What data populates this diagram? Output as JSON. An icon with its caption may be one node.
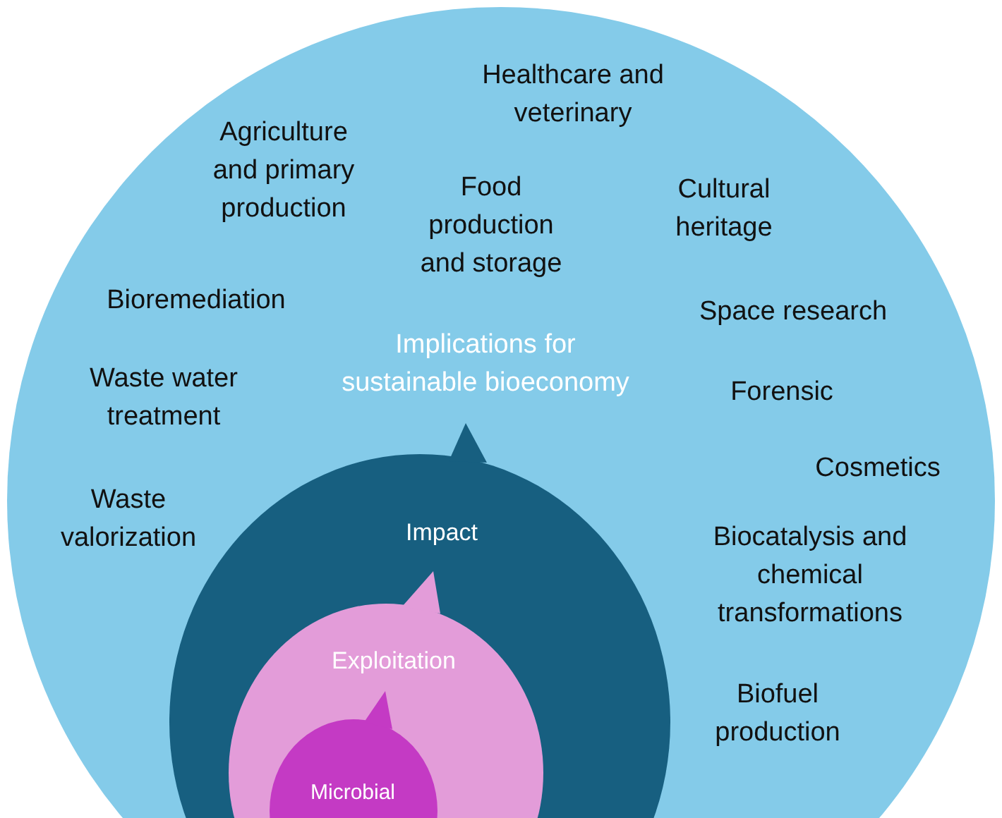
{
  "diagram": {
    "nodes": [
      {
        "text": [
          "Implications for sustainable bioeconomy"
        ]
      },
      {
        "text": [
          "Impact"
        ],
        "in": 0
      },
      {
        "text": [
          "Exploitation"
        ],
        "in": 1
      },
      {
        "text": [
          "Microbial"
        ],
        "in": 2
      }
    ],
    "labels": [
      "Healthcare and veterinary",
      "Agriculture and primary production",
      "Food production and storage",
      "Cultural heritage",
      "Bioremediation",
      "Space research",
      "Waste water treatment",
      "Forensic",
      "Cosmetics",
      "Waste valorization",
      "Biocatalysis and chemical transformations",
      "Biofuel production"
    ]
  }
}
